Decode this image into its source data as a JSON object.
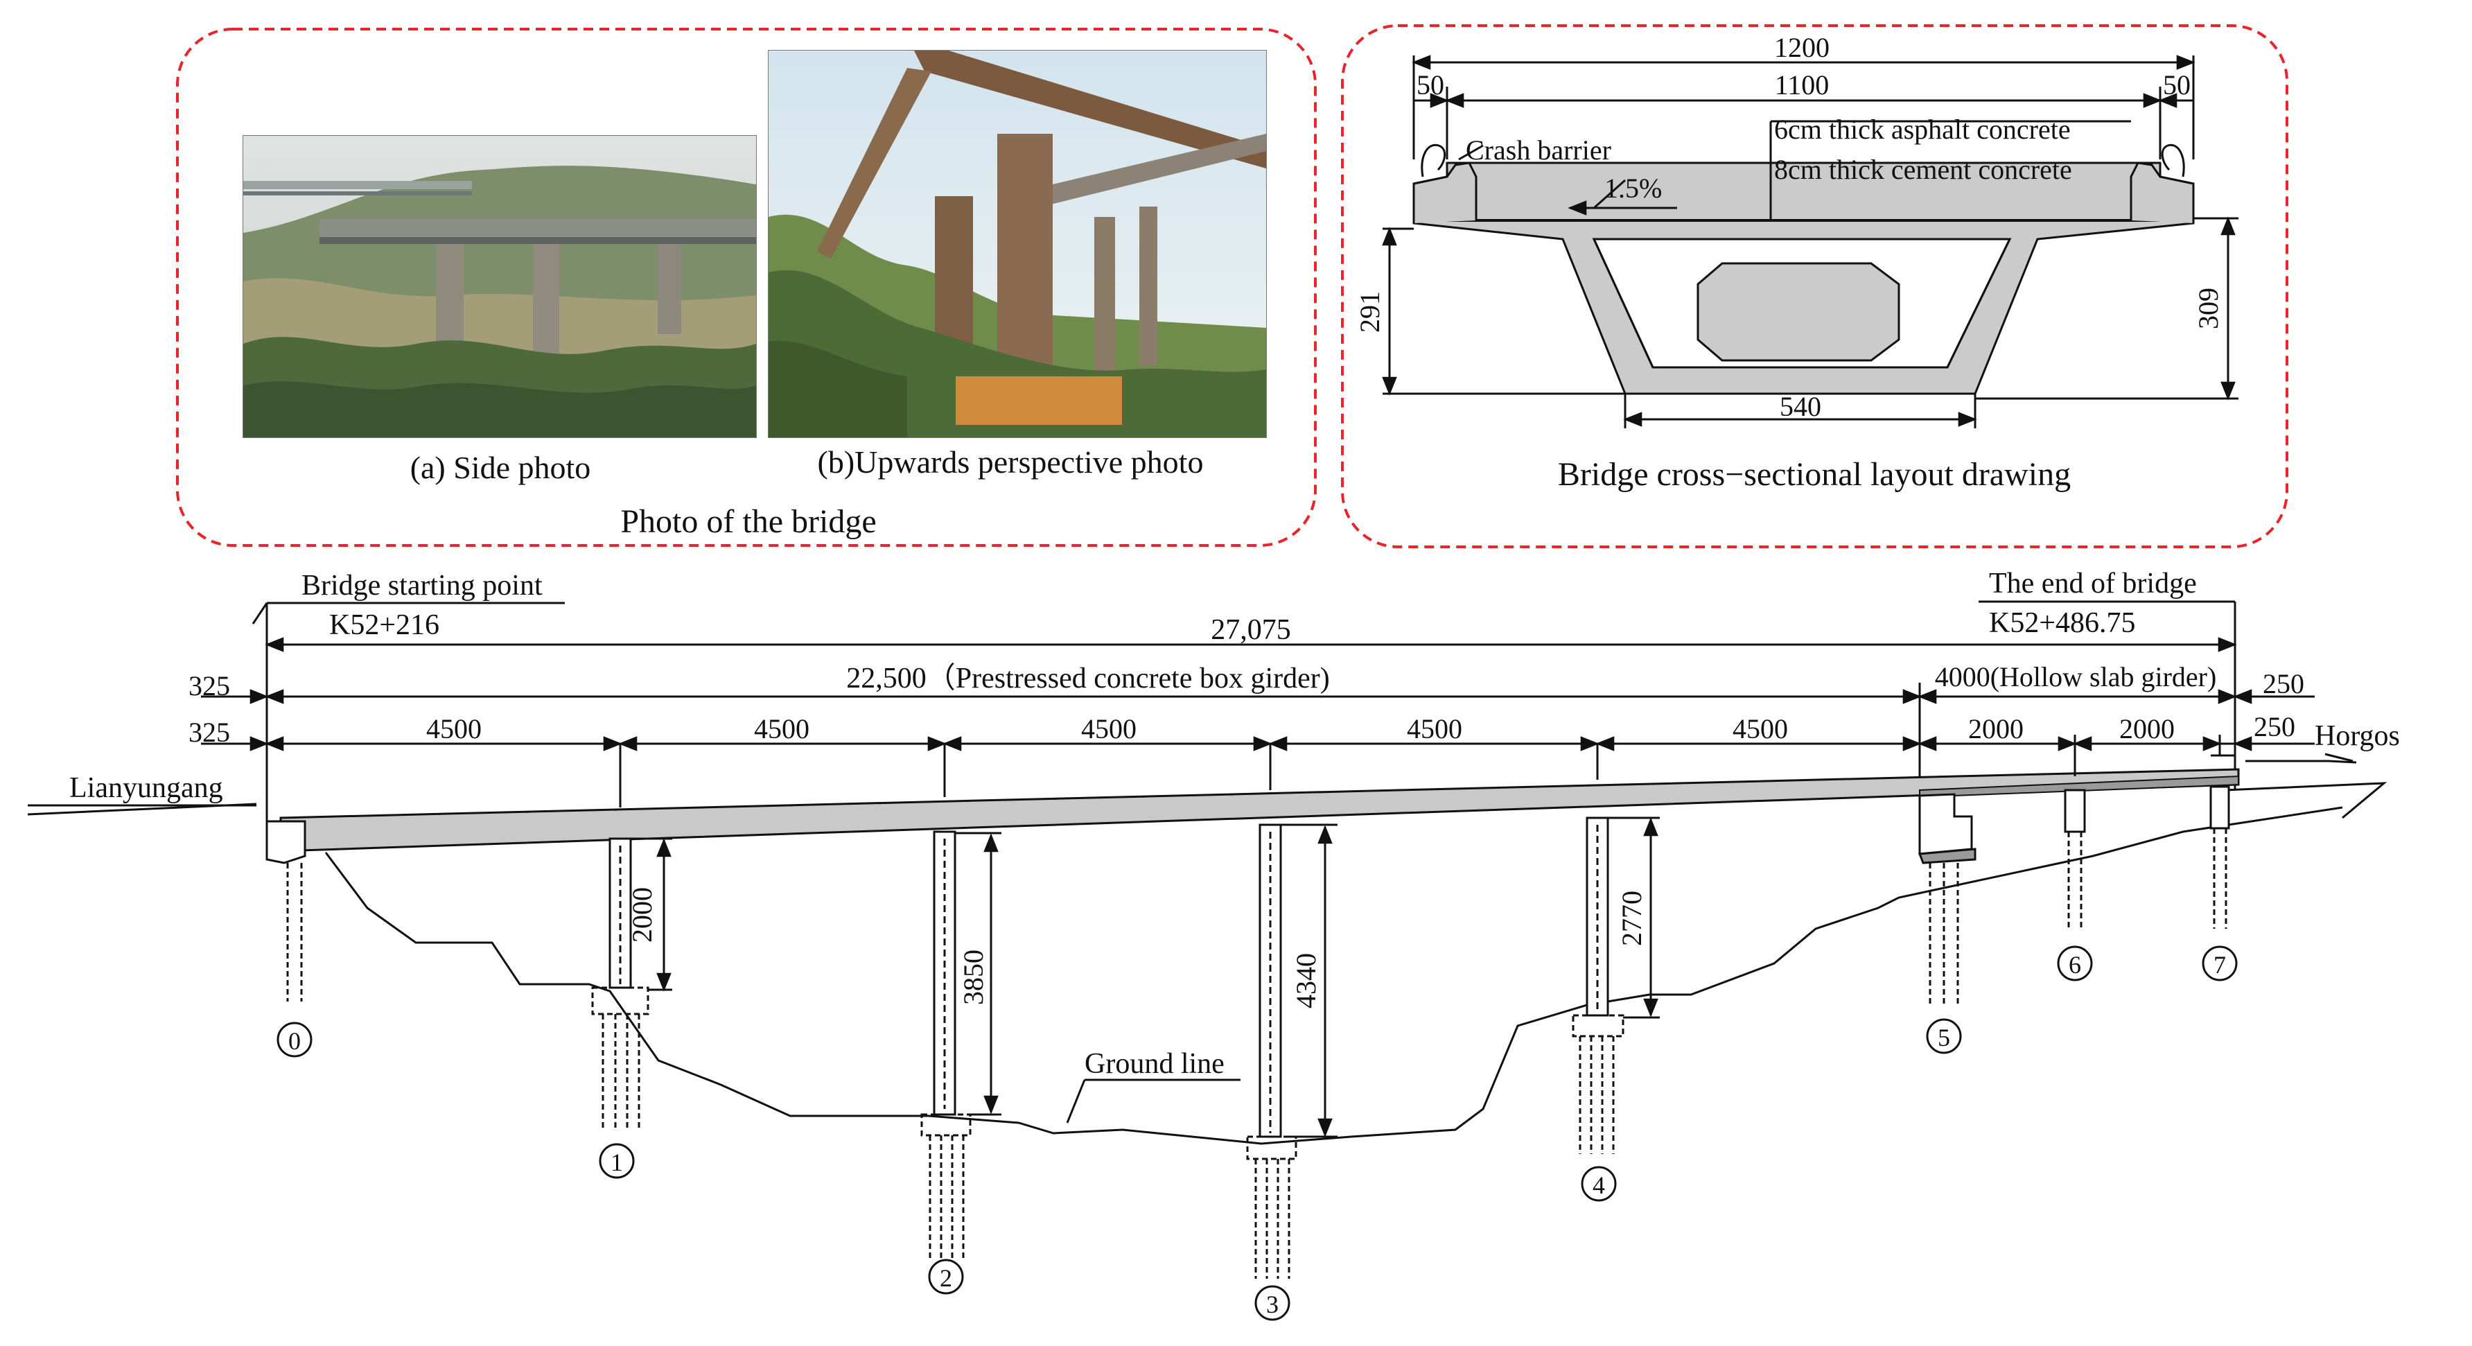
{
  "photos_panel": {
    "caption_a": "(a) Side photo",
    "caption_b": "(b)Upwards perspective photo",
    "title": "Photo of the bridge"
  },
  "cross_section": {
    "title": "Bridge cross−sectional layout drawing",
    "dim_total_width": "1200",
    "dim_deck_width": "1100",
    "dim_left_barrier": "50",
    "dim_right_barrier": "50",
    "label_crash_barrier": "Crash barrier",
    "label_asphalt": "6cm thick asphalt concrete",
    "label_cement": "8cm thick cement concrete",
    "label_slope": "1.5%",
    "dim_left_height": "291",
    "dim_right_height": "309",
    "dim_bottom_width": "540"
  },
  "elevation": {
    "start_label": "Bridge starting point",
    "start_station": "K52+216",
    "end_label": "The end of bridge",
    "end_station": "K52+486.75",
    "total_length": "27,075",
    "box_girder_length": "22,500（Prestressed concrete box girder)",
    "hollow_slab_length": "4000(Hollow slab girder)",
    "left_offset_1": "325",
    "left_offset_2": "325",
    "right_offset_1": "250",
    "right_offset_2": "250",
    "spans": [
      "4500",
      "4500",
      "4500",
      "4500",
      "4500",
      "2000",
      "2000"
    ],
    "pier_heights": [
      "2000",
      "3850",
      "4340",
      "2770"
    ],
    "left_city": "Lianyungang",
    "right_city": "Horgos",
    "ground_label": "Ground line",
    "pier_numbers": [
      "0",
      "1",
      "2",
      "3",
      "4",
      "5",
      "6",
      "7"
    ]
  },
  "colors": {
    "frame_dash": "#e8252b",
    "concrete_fill": "#c9c9c9",
    "line": "#111111"
  }
}
